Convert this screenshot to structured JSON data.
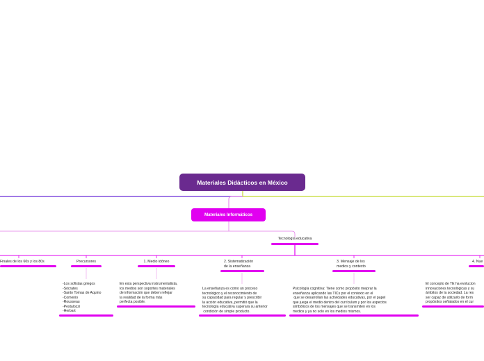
{
  "root": {
    "title": "Materiales Didácticos en México"
  },
  "main_topic": {
    "title": "Materiales Informáticos"
  },
  "sub_topic": {
    "title": "Tecnología educativa"
  },
  "branches": {
    "finales": {
      "title": "Finales de los 60s y los 80s"
    },
    "precursores": {
      "title": "Precursores",
      "body": "-Los sofistas griegos\n-Sócrates\n-Santo Tomas de Aquino\n-Comenio\n-Rousseau\n-Pestalozzi\n-Herbart"
    },
    "medio": {
      "title": "1. Medio idóneo",
      "body": "En esta perspectiva instrumentalista,\nlos medios son soportes materiales\nde información que deben reflejar\nla realidad de la forma más\nperfecta posible."
    },
    "sistematizacion": {
      "title": "2. Sistematización\nde la enseñanza",
      "body": "La enseñanza es como un proceso\ntecnológico y el reconocimiento de\nsu capacidad para regular y prescribir\nla acción educativa, permitió que la\ntecnología educativa superara su anterior\n condición de simple producto."
    },
    "mensaje": {
      "title": "3. Mensaje de los\nmedios y contexto",
      "body": "Psicología cognitiva: Tiene como propósito mejorar la\nenseñanza aplicando las TICs por el contexto en el\n que se desarrollan las actividades educativas, por el papel\nque juega el medio dentro del currículum y por los aspectos\nsimbólicos de los mensajes que se transmiten en los\nmedios y ya no solo en los medios mismos."
    },
    "nuevo": {
      "title": "4. Nue",
      "body": "El concepto de TE ha evolucion\ninnovaciones tecnológicas y su\námbitos de la sociedad. La res\nser capaz de utilizarlo de form\npropósitos señalados en el cur"
    }
  },
  "colors": {
    "root_fill": "#6a2a8f",
    "main_fill": "#e100f0",
    "bar": "#e100f0",
    "line_left": "#6a2ad6",
    "line_right": "#c4d92e",
    "line_main": "#e37ae8",
    "line_sub": "#e100f0",
    "line_faint": "#f0b0f0"
  }
}
